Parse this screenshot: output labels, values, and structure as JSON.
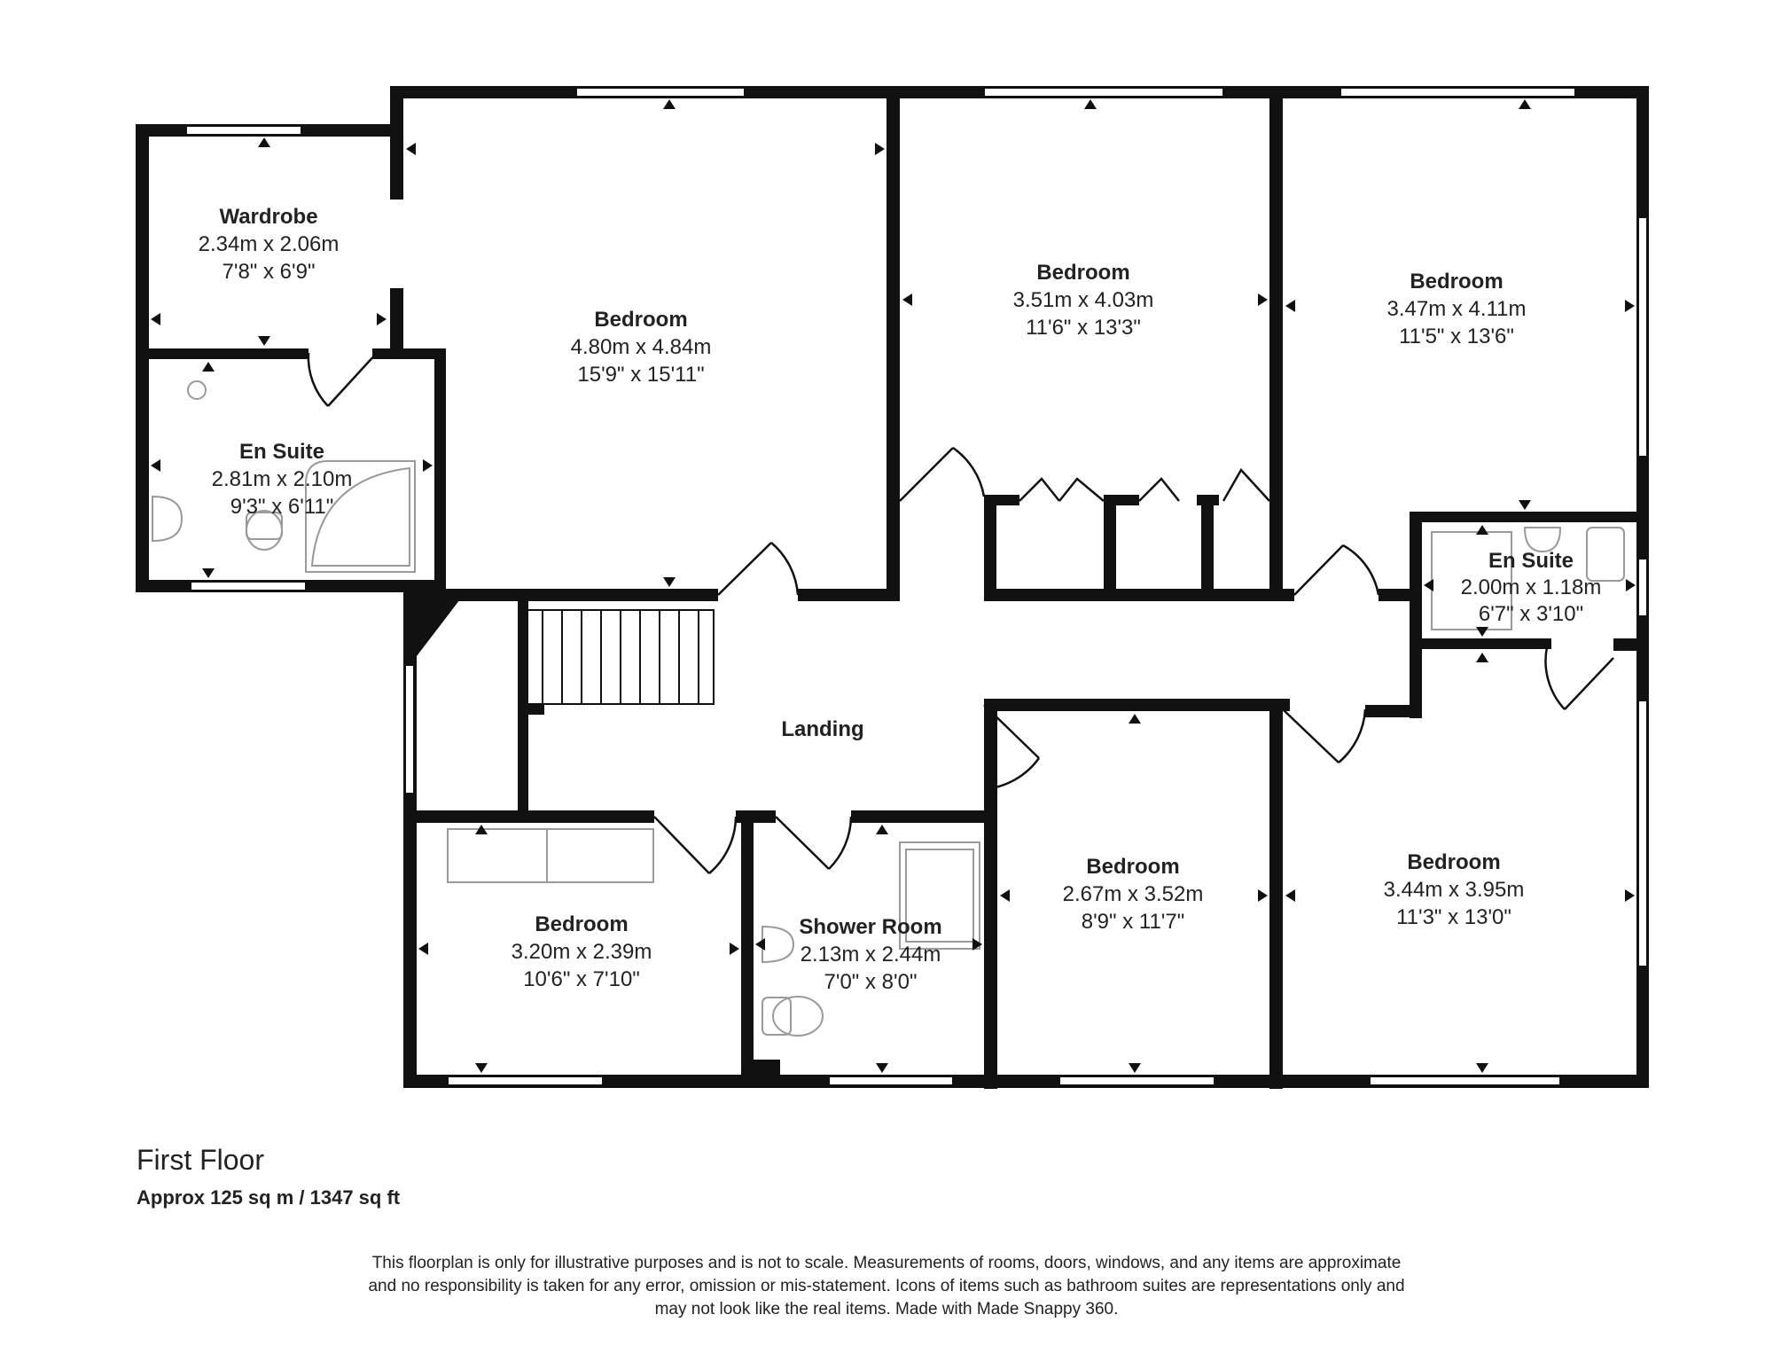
{
  "rooms": [
    {
      "name": "Wardrobe",
      "metric": "2.34m x 2.06m",
      "imperial": "7'8\" x 6'9\""
    },
    {
      "name": "Bedroom",
      "metric": "4.80m x 4.84m",
      "imperial": "15'9\" x 15'11\""
    },
    {
      "name": "Bedroom",
      "metric": "3.51m x 4.03m",
      "imperial": "11'6\" x 13'3\""
    },
    {
      "name": "Bedroom",
      "metric": "3.47m x 4.11m",
      "imperial": "11'5\" x 13'6\""
    },
    {
      "name": "En Suite",
      "metric": "2.81m x 2.10m",
      "imperial": "9'3\" x 6'11\""
    },
    {
      "name": "En Suite",
      "metric": "2.00m x 1.18m",
      "imperial": "6'7\" x 3'10\""
    },
    {
      "name": "Landing"
    },
    {
      "name": "Bedroom",
      "metric": "2.67m x 3.52m",
      "imperial": "8'9\" x 11'7\""
    },
    {
      "name": "Bedroom",
      "metric": "3.44m x 3.95m",
      "imperial": "11'3\" x 13'0\""
    },
    {
      "name": "Bedroom",
      "metric": "3.20m x 2.39m",
      "imperial": "10'6\" x 7'10\""
    },
    {
      "name": "Shower Room",
      "metric": "2.13m x 2.44m",
      "imperial": "7'0\" x 8'0\""
    }
  ],
  "floor": {
    "title": "First Floor",
    "area": "Approx 125 sq m / 1347 sq ft"
  },
  "disclaimer": [
    "This floorplan is only for illustrative purposes and is not to scale. Measurements of rooms, doors, windows, and any items are approximate",
    "and no responsibility is taken for any error, omission or mis-statement. Icons of items such as bathroom suites are representations only and",
    "may not look like the real items. Made with Made Snappy 360."
  ],
  "colors": {
    "wall": "#111111",
    "fixture": "#9a9a9a"
  }
}
